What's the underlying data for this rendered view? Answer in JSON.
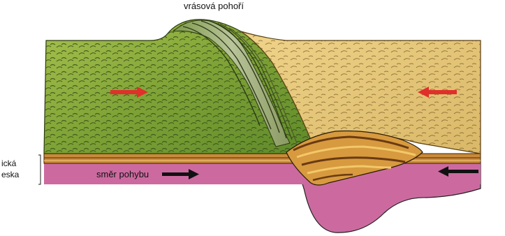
{
  "labels": {
    "mountains": "vrásová pohoří",
    "movement": "směr pohybu",
    "side_line1": "ická",
    "side_line2": "eska"
  },
  "colors": {
    "green_plate": "#8faf3c",
    "yellow_plate": "#e8c878",
    "mantle": "#cc6aa0",
    "crust_band": "#c98a3a",
    "arrow_red": "#e0302a",
    "arrow_black": "#111111"
  },
  "icons": {
    "left_red_arrow": "arrow-right-icon",
    "right_red_arrow": "arrow-left-icon",
    "left_black_arrow": "arrow-right-icon",
    "right_black_arrow": "arrow-left-icon"
  }
}
